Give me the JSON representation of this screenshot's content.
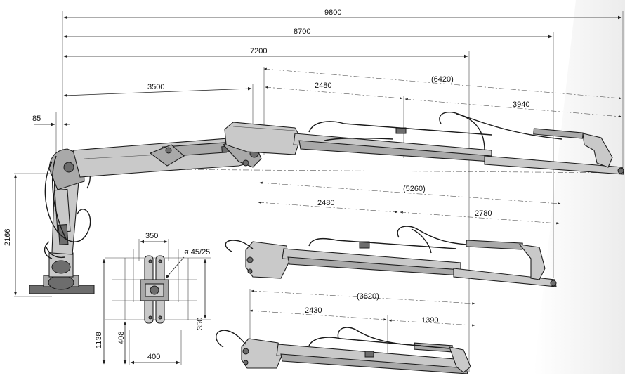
{
  "dimensions": {
    "total_reach": "9800",
    "reach_2": "8700",
    "reach_3": "7200",
    "main_boom": "3500",
    "column_offset": "85",
    "column_height": "2166",
    "ext_1_total": "(6420)",
    "ext_1_inner": "2480",
    "ext_1_outer": "3940",
    "ext_2_total": "(5260)",
    "ext_2_inner": "2480",
    "ext_2_outer": "2780",
    "ext_3_total": "(3820)",
    "ext_3_inner": "2430",
    "ext_3_outer": "1390"
  },
  "base_plate": {
    "width_top": "350",
    "hole_diameter": "ø 45/25",
    "height_right": "350",
    "height_total": "1138",
    "height_inner": "408",
    "width_bottom": "400"
  },
  "colors": {
    "line": "#1e1e1e",
    "steel": "#c9c9c9",
    "steel_dark": "#6d6d6d"
  }
}
